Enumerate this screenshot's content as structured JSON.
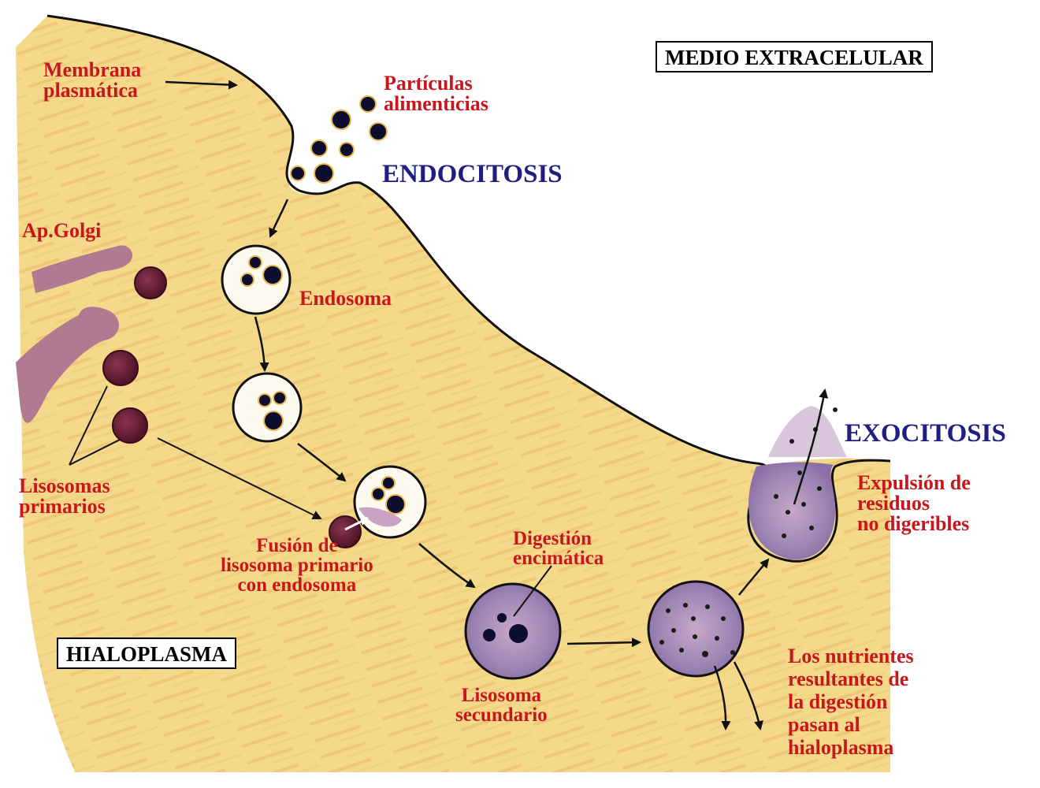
{
  "labels": {
    "medio_extracelular": "MEDIO EXTRACELULAR",
    "hialoplasma_box": "HIALOPLASMA",
    "endocitosis": "ENDOCITOSIS",
    "exocitosis": "EXOCITOSIS",
    "membrana": "Membrana\nplasmática",
    "particulas": "Partículas\nalimenticias",
    "golgi": "Ap.Golgi",
    "endosoma": "Endosoma",
    "lisosomas_primarios": "Lisosomas\nprimarios",
    "fusion": "Fusión de\nlisosoma primario\ncon endosoma",
    "digestion": "Digestión\nencimática",
    "lisosoma_secundario": "Lisosoma\nsecundario",
    "expulsion": "Expulsión de\nresiduos\nno digeribles",
    "nutrientes": "Los nutrientes\nresultantes de\nla digestión\npasan al\nhialoplasma"
  },
  "colors": {
    "cytoplasm": "#f4d98a",
    "cytoplasm_streak": "#e9b95c",
    "membrane": "#111111",
    "golgi": "#b07a90",
    "lysosome": "#6e1f34",
    "vesicle_purple": "#a892b8",
    "particle": "#0d0d30",
    "label_red": "#c8161d",
    "label_blue": "#1f1f80"
  }
}
